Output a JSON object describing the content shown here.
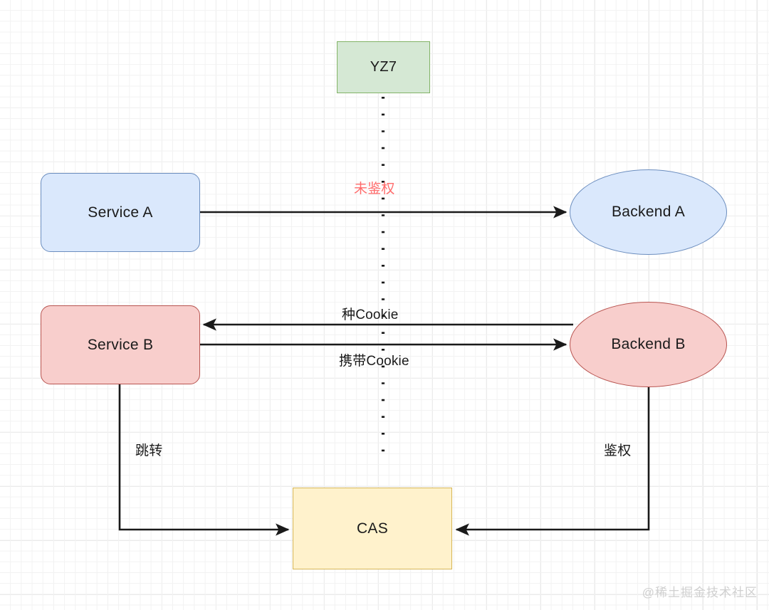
{
  "diagram": {
    "title": "CAS authentication flow",
    "nodes": [
      {
        "id": "yz7",
        "label": "YZ7",
        "shape": "rectangle",
        "fill": "#d5e8d4",
        "stroke": "#82b366"
      },
      {
        "id": "service_a",
        "label": "Service A",
        "shape": "rounded-rectangle",
        "fill": "#dae8fc",
        "stroke": "#6c8ebf"
      },
      {
        "id": "backend_a",
        "label": "Backend A",
        "shape": "ellipse",
        "fill": "#dae8fc",
        "stroke": "#6c8ebf"
      },
      {
        "id": "service_b",
        "label": "Service B",
        "shape": "rounded-rectangle",
        "fill": "#f8cecc",
        "stroke": "#b85450"
      },
      {
        "id": "backend_b",
        "label": "Backend B",
        "shape": "ellipse",
        "fill": "#f8cecc",
        "stroke": "#b85450"
      },
      {
        "id": "cas",
        "label": "CAS",
        "shape": "rectangle",
        "fill": "#fff2cc",
        "stroke": "#d6b656"
      }
    ],
    "edges": [
      {
        "id": "a_to_backend_a",
        "from": "service_a",
        "to": "backend_a",
        "label": "未鉴权",
        "label_color": "#ff6b6b",
        "style": "solid",
        "arrow": "end"
      },
      {
        "id": "backend_b_to_b",
        "from": "backend_b",
        "to": "service_b",
        "label": "种Cookie",
        "label_color": "#1a1a1a",
        "style": "solid",
        "arrow": "end"
      },
      {
        "id": "b_to_backend_b",
        "from": "service_b",
        "to": "backend_b",
        "label": "携带Cookie",
        "label_color": "#1a1a1a",
        "style": "solid",
        "arrow": "end"
      },
      {
        "id": "b_to_cas",
        "from": "service_b",
        "to": "cas",
        "label": "跳转",
        "label_color": "#1a1a1a",
        "style": "solid",
        "arrow": "end"
      },
      {
        "id": "backend_b_to_cas",
        "from": "backend_b",
        "to": "cas",
        "label": "鉴权",
        "label_color": "#1a1a1a",
        "style": "solid",
        "arrow": "end"
      },
      {
        "id": "yz7_divider",
        "from": "yz7",
        "to": "",
        "label": "",
        "label_color": "",
        "style": "dotted",
        "arrow": "none"
      }
    ],
    "colors": {
      "green_fill": "#d5e8d4",
      "green_stroke": "#82b366",
      "blue_fill": "#dae8fc",
      "blue_stroke": "#6c8ebf",
      "red_fill": "#f8cecc",
      "red_stroke": "#b85450",
      "yellow_fill": "#fff2cc",
      "yellow_stroke": "#d6b656",
      "edge_stroke": "#1a1a1a",
      "accent_red_text": "#ff6b6b",
      "grid_line": "#e6e6e6",
      "watermark": "#d0d0d0"
    }
  },
  "watermark": {
    "text": "@稀土掘金技术社区"
  }
}
